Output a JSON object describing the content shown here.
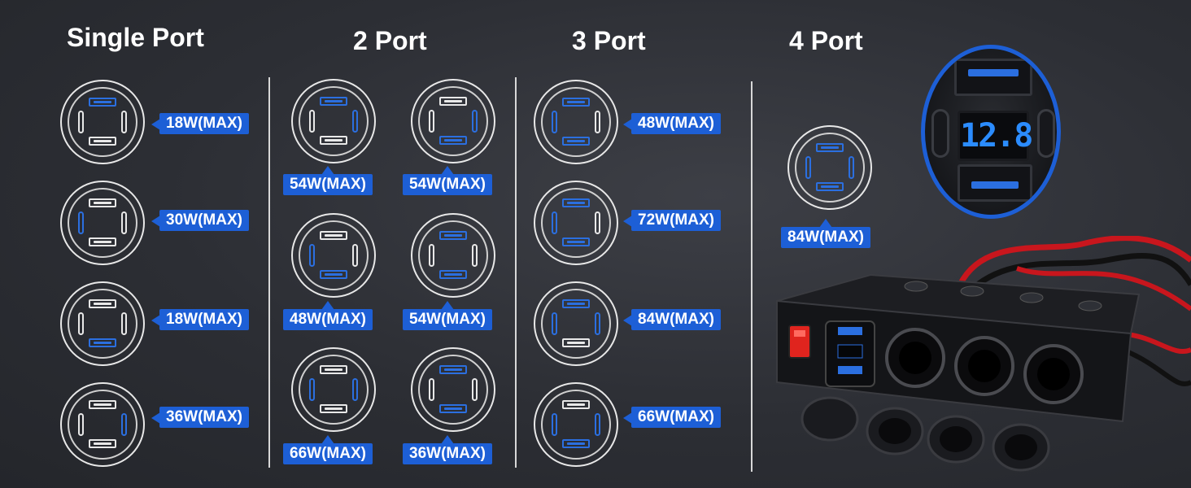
{
  "headings": {
    "single": "Single Port",
    "two": "2 Port",
    "three": "3 Port",
    "four": "4 Port"
  },
  "single_port": [
    {
      "label": "18W(MAX)",
      "blue": [
        "top"
      ]
    },
    {
      "label": "30W(MAX)",
      "blue": [
        "left"
      ]
    },
    {
      "label": "18W(MAX)",
      "blue": [
        "bottom"
      ]
    },
    {
      "label": "36W(MAX)",
      "blue": [
        "right"
      ]
    }
  ],
  "two_port": [
    {
      "label": "54W(MAX)",
      "blue": [
        "top",
        "right"
      ]
    },
    {
      "label": "54W(MAX)",
      "blue": [
        "bottom",
        "right"
      ]
    },
    {
      "label": "48W(MAX)",
      "blue": [
        "left",
        "bottom"
      ]
    },
    {
      "label": "54W(MAX)",
      "blue": [
        "top",
        "bottom"
      ]
    },
    {
      "label": "66W(MAX)",
      "blue": [
        "left",
        "right"
      ]
    },
    {
      "label": "36W(MAX)",
      "blue": [
        "top",
        "bottom"
      ]
    }
  ],
  "three_port": [
    {
      "label": "48W(MAX)",
      "blue": [
        "top",
        "bottom",
        "left"
      ]
    },
    {
      "label": "72W(MAX)",
      "blue": [
        "top",
        "bottom",
        "left"
      ]
    },
    {
      "label": "84W(MAX)",
      "blue": [
        "top",
        "left",
        "right"
      ]
    },
    {
      "label": "66W(MAX)",
      "blue": [
        "left",
        "bottom",
        "right"
      ]
    }
  ],
  "four_port": [
    {
      "label": "84W(MAX)",
      "blue": [
        "top",
        "bottom",
        "left",
        "right"
      ]
    }
  ],
  "voltmeter_reading": "12.8",
  "colors": {
    "accent_blue": "#1d5fd6",
    "background": "#2c2e34",
    "switch_red": "#e0241e"
  }
}
